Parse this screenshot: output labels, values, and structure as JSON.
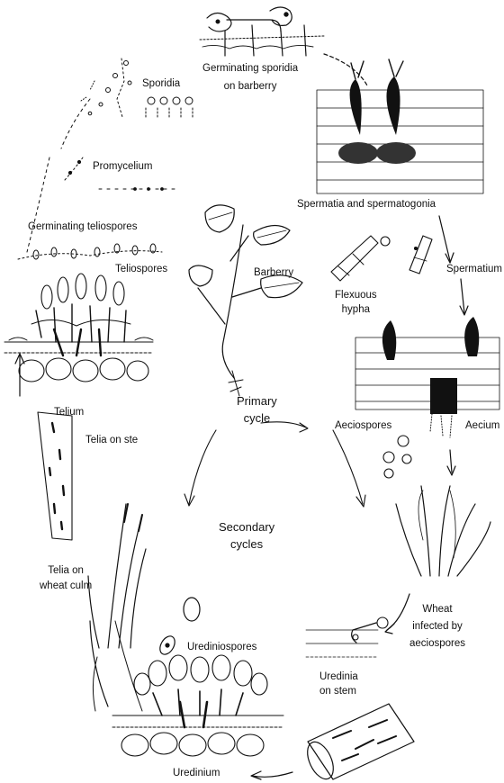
{
  "labels": {
    "germinating_sporidia": "Germinating sporidia\non barberry",
    "sporidia": "Sporidia",
    "promycelium": "Promycelium",
    "germinating_teliospores": "Germinating teliospores",
    "teliospores": "Teliospores",
    "telium": "Telium",
    "telia_on_stem": "Telia on ste",
    "telia_on_culm": "Telia on\nwheat culm",
    "barberry": "Barberry",
    "spermatia": "Spermatia and spermatogonia",
    "spermatium": "Spermatium",
    "flexuous_hypha": "Flexuous\nhypha",
    "aeciospores": "Aeciospores",
    "aecium": "Aecium",
    "wheat_infected": "Wheat\ninfected by\naeciospores",
    "primary_cycle": "Primary\ncycle",
    "secondary_cycles": "Secondary\ncycles",
    "urediniospores": "Urediniospores",
    "uredinia_on_stem": "Uredinia\non stem",
    "uredinium": "Uredinium"
  }
}
